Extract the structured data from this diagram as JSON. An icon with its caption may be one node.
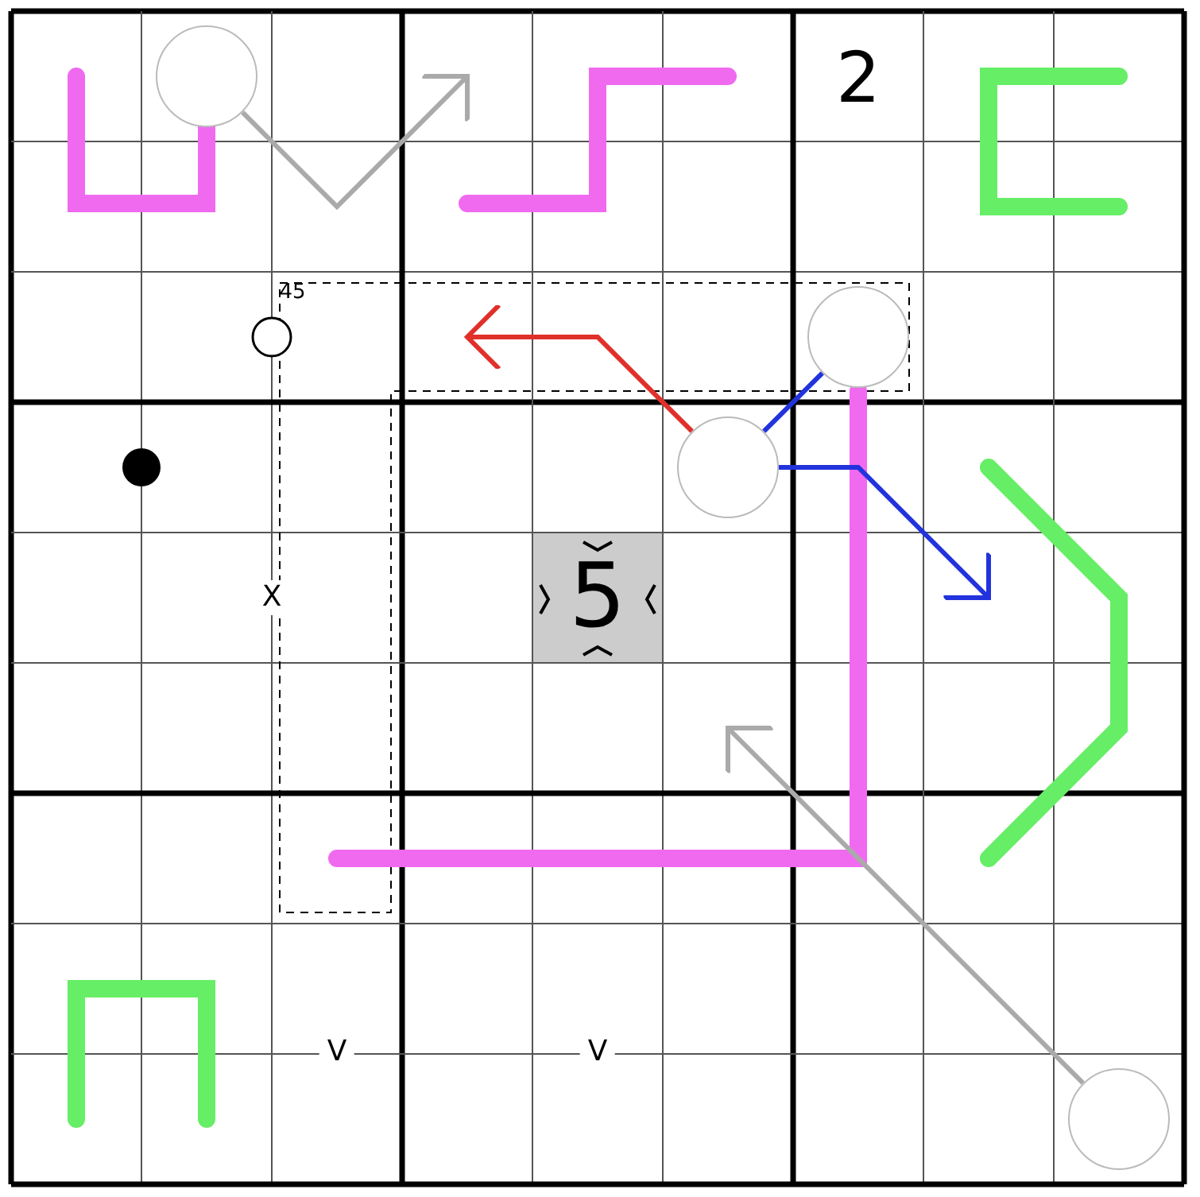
{
  "diagram": {
    "nodes": [
      {
        "text": [],
        "shape": "circle"
      },
      {
        "text": [],
        "shape": "circle"
      },
      {
        "text": [],
        "shape": "circle"
      },
      {
        "text": [],
        "shape": "circle"
      }
    ],
    "edges": [
      {
        "from": 0,
        "to": null,
        "arrow": "to"
      },
      {
        "from": 1,
        "to": 2,
        "arrow": "none",
        "color": "#2233dd"
      },
      {
        "from": 2,
        "to": null,
        "arrow": "to",
        "color": "#e0302a"
      },
      {
        "from": 2,
        "to": null,
        "arrow": "to",
        "color": "#2233dd"
      },
      {
        "from": 3,
        "to": null,
        "arrow": "to"
      }
    ],
    "labels": [
      "2",
      "45",
      "X",
      "5",
      "V",
      "V"
    ]
  }
}
